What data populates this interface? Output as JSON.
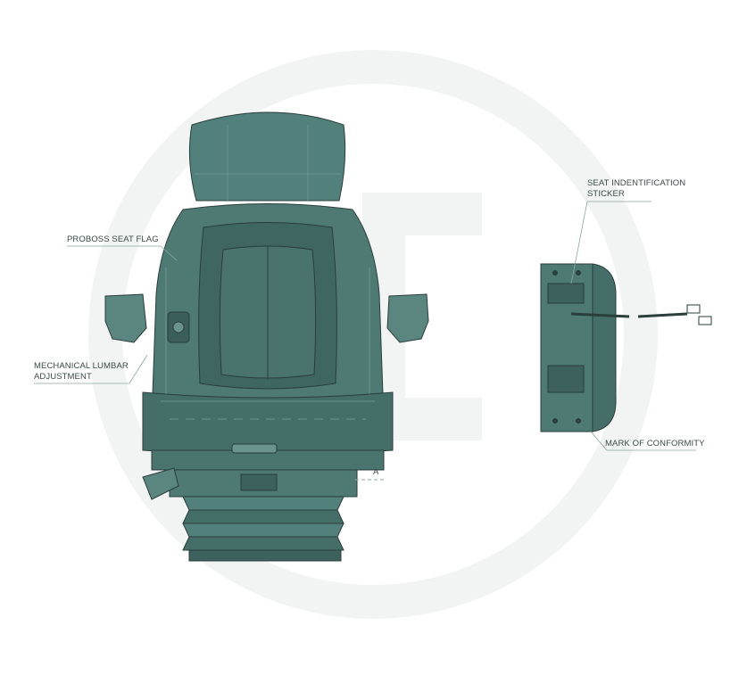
{
  "callouts": {
    "proboss_flag": "PROBOSS SEAT FLAG",
    "lumbar_line1": "MECHANICAL LUMBAR",
    "lumbar_line2": "ADJUSTMENT",
    "sticker_line1": "SEAT INDENTIFICATION",
    "sticker_line2": "STICKER",
    "conformity": "MARK OF CONFORMITY",
    "section_marker": "A"
  },
  "colors": {
    "seat_fill": "#4f7a74",
    "seat_dark": "#3d625d",
    "seat_light": "#6c948e",
    "outline": "#2a3e3b",
    "leader": "#8aa6a2",
    "watermark": "#f1f3f2"
  }
}
